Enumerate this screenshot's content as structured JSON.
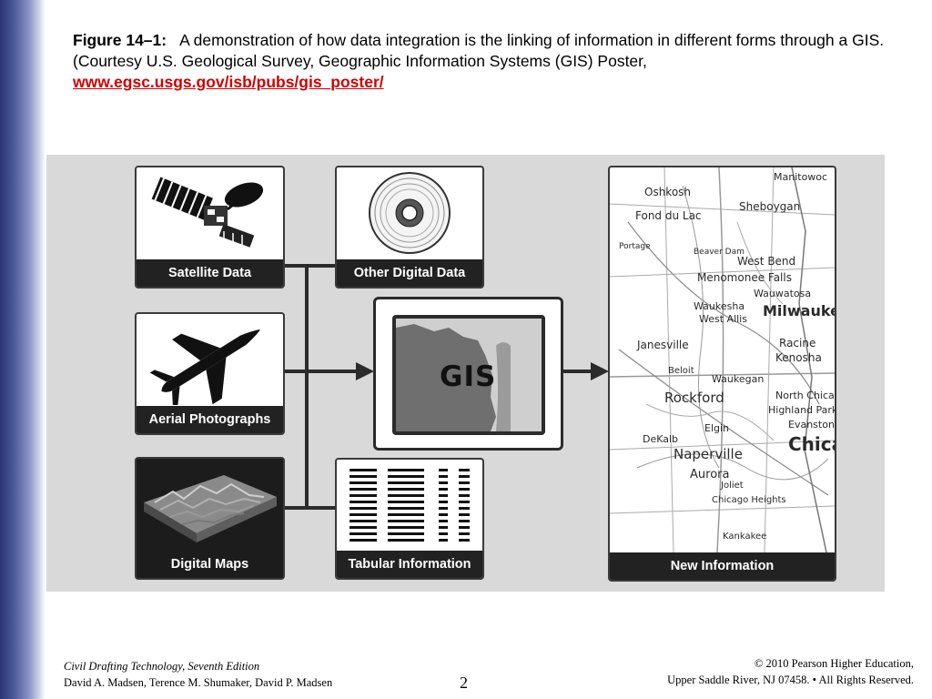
{
  "caption": {
    "label": "Figure 14–1:",
    "text": "A demonstration of how data integration is the linking of information in different forms through a GIS. (Courtesy U.S. Geological Survey, Geographic Information Systems (GIS) Poster,",
    "link": "www.egsc.usgs.gov/isb/pubs/gis_poster/"
  },
  "diagram": {
    "inputs": [
      {
        "label": "Satellite Data",
        "icon": "satellite-icon"
      },
      {
        "label": "Other Digital Data",
        "icon": "cd-disc-icon"
      },
      {
        "label": "Aerial Photographs",
        "icon": "airplane-icon"
      },
      {
        "label": "Digital Maps",
        "icon": "terrain-icon"
      },
      {
        "label": "Tabular Information",
        "icon": "table-icon"
      }
    ],
    "center": {
      "label": "GIS"
    },
    "output": {
      "label": "New Information",
      "cities": [
        "Manitowoc",
        "Oshkosh",
        "Fond du Lac",
        "Sheboygan",
        "Portage",
        "Beaver Dam",
        "West Bend",
        "Menomonee Falls",
        "Wauwatosa",
        "Waukesha",
        "West Allis",
        "Milwaukee",
        "Janesville",
        "Racine",
        "Kenosha",
        "Beloit",
        "Waukegan",
        "Rockford",
        "North Chicago",
        "Highland Park",
        "Evanston",
        "DeKalb",
        "Elgin",
        "Naperville",
        "Aurora",
        "Chicago",
        "Joliet",
        "Chicago Heights",
        "Kankakee"
      ]
    }
  },
  "footer": {
    "book": "Civil Drafting Technology, Seventh Edition",
    "authors": "David A. Madsen, Terence M. Shumaker, David P. Madsen",
    "page": "2",
    "copyright": "© 2010 Pearson Higher Education,",
    "address": "Upper Saddle River, NJ 07458. • All Rights Reserved."
  }
}
